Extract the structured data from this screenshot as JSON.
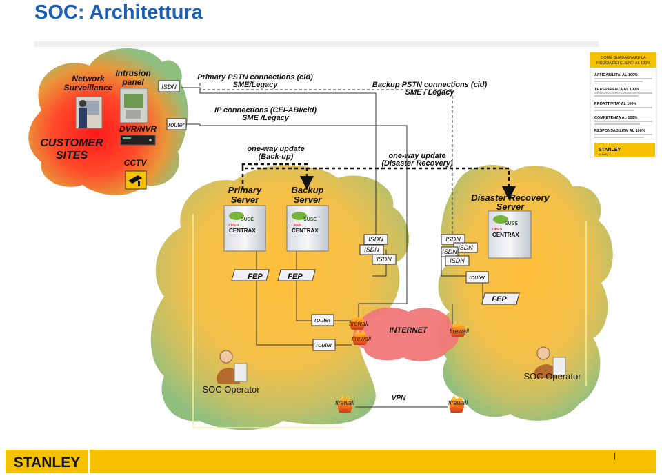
{
  "title": "SOC: Architettura",
  "customer_area": {
    "network_surveillance": [
      "Network",
      "Surveillance"
    ],
    "intrusion_panel": [
      "Intrusion",
      "panel"
    ],
    "dvr_nvr": "DVR/NVR",
    "customer_sites": [
      "CUSTOMER",
      "SITES"
    ],
    "cctv": "CCTV",
    "isdn": "ISDN",
    "router": "router"
  },
  "links": {
    "primary_pstn": [
      "Primary PSTN connections (cid)",
      "SME/Legacy"
    ],
    "ip_connections": [
      "IP connections (CEI-ABI/cid)",
      "SME /Legacy"
    ],
    "backup_pstn": [
      "Backup PSTN connections (cid)",
      "SME / Legacy"
    ],
    "oneway_backup": [
      "one-way update",
      "(Back-up)"
    ],
    "oneway_dr": [
      "one-way update",
      "(Disaster Recovery)"
    ]
  },
  "servers": {
    "primary": [
      "Primary",
      "Server"
    ],
    "backup": [
      "Backup",
      "Server"
    ],
    "disaster": [
      "Disaster Recovery",
      "Server"
    ],
    "suse": "SUSE",
    "open": "OPEN",
    "centrax": "CENTRAX"
  },
  "network": {
    "fep": "FEP",
    "isdn": "ISDN",
    "router": "router",
    "firewall": "firewall",
    "internet": "INTERNET",
    "vpn": "VPN"
  },
  "operators": {
    "left": "SOC Operator",
    "right": "SOC Operator"
  },
  "stanley_panel": {
    "header": [
      "COME GUADAGNARE LA",
      "FIDUCIA DEI CLIENTI AL 100%"
    ],
    "items": [
      "AFFIDABILITA' AL 100%",
      "TRASPARENZA AL 100%",
      "PROATTIVITA' AL 100%",
      "COMPETENZA AL 100%",
      "RESPONSABILITA' AL 100%"
    ],
    "brand": "STANLEY",
    "brand_sub": "security"
  },
  "footer": {
    "brand": "STANLEY",
    "page_marker": "|"
  },
  "colors": {
    "title": "#1a5fb4",
    "cloud_green": "#8fbf7f",
    "cloud_orange": "#f4b640",
    "customer_red": "#ff1e1e",
    "internet": "#f07070",
    "stanley_yellow": "#f6c200"
  }
}
